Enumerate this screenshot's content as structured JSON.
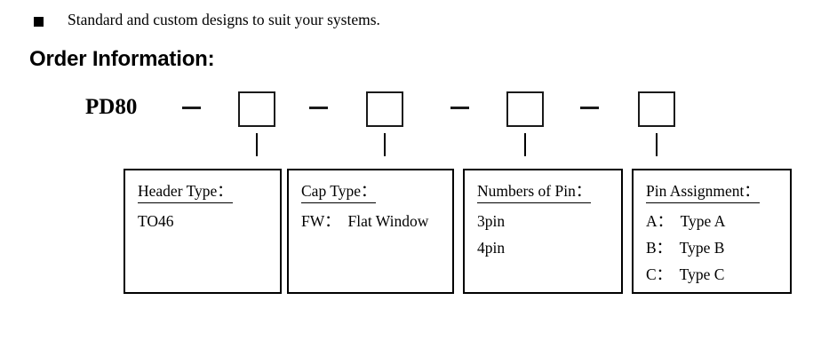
{
  "bullet": {
    "marker": "filled-square-bullet",
    "text": "Standard and custom designs to suit your systems."
  },
  "heading": "Order Information:",
  "part_number": {
    "base_label": "PD80",
    "separators": [
      "–",
      "–",
      "–"
    ],
    "slots": [
      {
        "name": "header-type",
        "value": ""
      },
      {
        "name": "cap-type",
        "value": ""
      },
      {
        "name": "numbers-of-pin",
        "value": ""
      },
      {
        "name": "pin-assignment",
        "value": ""
      }
    ]
  },
  "legend_boxes": [
    {
      "title": "Header Type：",
      "lines": [
        "TO46"
      ]
    },
    {
      "title": "Cap Type：",
      "lines": [
        "FW：  Flat Window"
      ]
    },
    {
      "title": "Numbers of Pin：",
      "lines": [
        "3pin",
        "4pin"
      ]
    },
    {
      "title": "Pin Assignment： ",
      "lines": [
        "A：  Type A",
        "B：  Type B",
        "C：  Type C"
      ]
    }
  ],
  "colors": {
    "text": "#000000",
    "box_border": "#000000",
    "page_background": "#ffffff"
  }
}
